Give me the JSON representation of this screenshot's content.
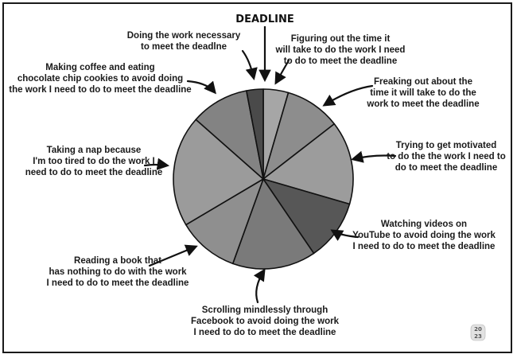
{
  "chart_data": {
    "type": "pie",
    "title": "DEADLINE",
    "start_angle_deg": -90,
    "direction": "clockwise",
    "legend": "none",
    "slices": [
      {
        "label": "Figuring out the time it\nwill take to do the work I need\nto do to meet the deadline",
        "value": 4.5,
        "color": "#a6a6a6"
      },
      {
        "label": "Freaking out about the\ntime it will take to do the\nwork to meet the deadline",
        "value": 10,
        "color": "#8d8d8d"
      },
      {
        "label": "Trying to get motivated\nto do the the work I need to\ndo to meet the deadline",
        "value": 15,
        "color": "#9c9c9c"
      },
      {
        "label": "Watching videos on\nYouTube to avoid doing the work\nI need to do to meet the deadline",
        "value": 11,
        "color": "#575757"
      },
      {
        "label": "Scrolling mindlessly through\nFacebook to avoid doing the work\nI need to do to meet the deadline",
        "value": 15,
        "color": "#7a7a7a"
      },
      {
        "label": "Reading a book that\nhas nothing to do with the work\nI need to do to meet the deadline",
        "value": 11,
        "color": "#8f8f8f"
      },
      {
        "label": "Taking a nap because\nI'm too tired to do the work I\nneed to do to meet the deadline",
        "value": 20,
        "color": "#9b9b9b"
      },
      {
        "label": "Making coffee and eating\nchocolate chip cookies to avoid doing\nthe work I need to do to meet the deadline",
        "value": 10.5,
        "color": "#838383"
      },
      {
        "label": "Doing the work necessary\nto meet the deadlne",
        "value": 3,
        "color": "#4a4a4a"
      }
    ]
  },
  "badge": {
    "line1": "20",
    "line2": "23"
  }
}
